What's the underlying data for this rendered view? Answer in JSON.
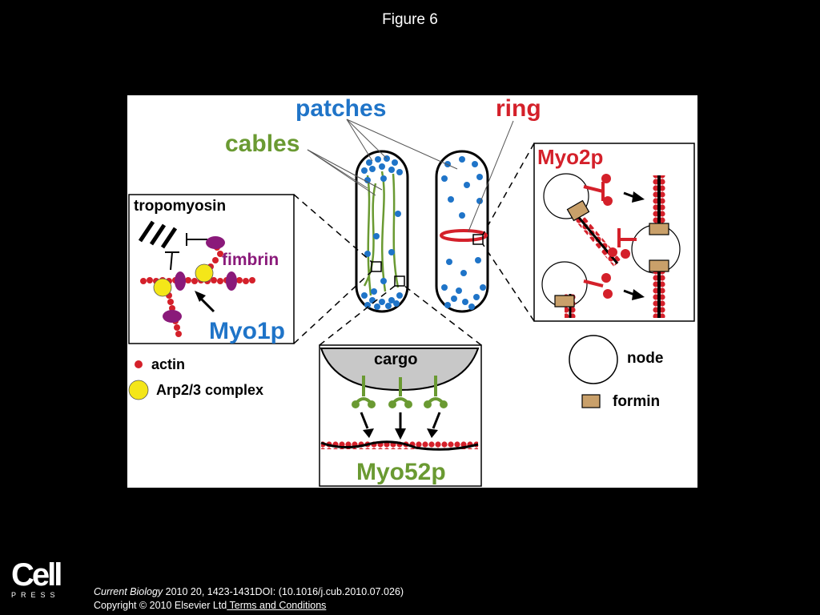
{
  "slide": {
    "title": "Figure 6"
  },
  "diagram": {
    "labels": {
      "patches": "patches",
      "ring": "ring",
      "cables": "cables",
      "tropomyosin": "tropomyosin",
      "fimbrin": "fimbrin",
      "myo1p": "Myo1p",
      "actin": "actin",
      "arp23": "Arp2/3 complex",
      "cargo": "cargo",
      "myo52p": "Myo52p",
      "myo2p": "Myo2p",
      "node": "node",
      "formin": "formin"
    },
    "colors": {
      "patch_blue": "#1f74c8",
      "cable_green": "#6a9a32",
      "ring_red": "#d4202a",
      "fimbrin_purple": "#8a1a7a",
      "arp_yellow": "#f4e619",
      "formin_tan": "#c9a06a",
      "cargo_gray": "#c8c8c8"
    }
  },
  "footer": {
    "logo_text": "Cell",
    "logo_subtext": "PRESS",
    "journal": "Current Biology",
    "citation": " 2010 20, 1423-1431DOI: (10.1016/j.cub.2010.07.026)",
    "copyright": "Copyright © 2010 Elsevier Ltd",
    "terms_link": " Terms and Conditions"
  }
}
